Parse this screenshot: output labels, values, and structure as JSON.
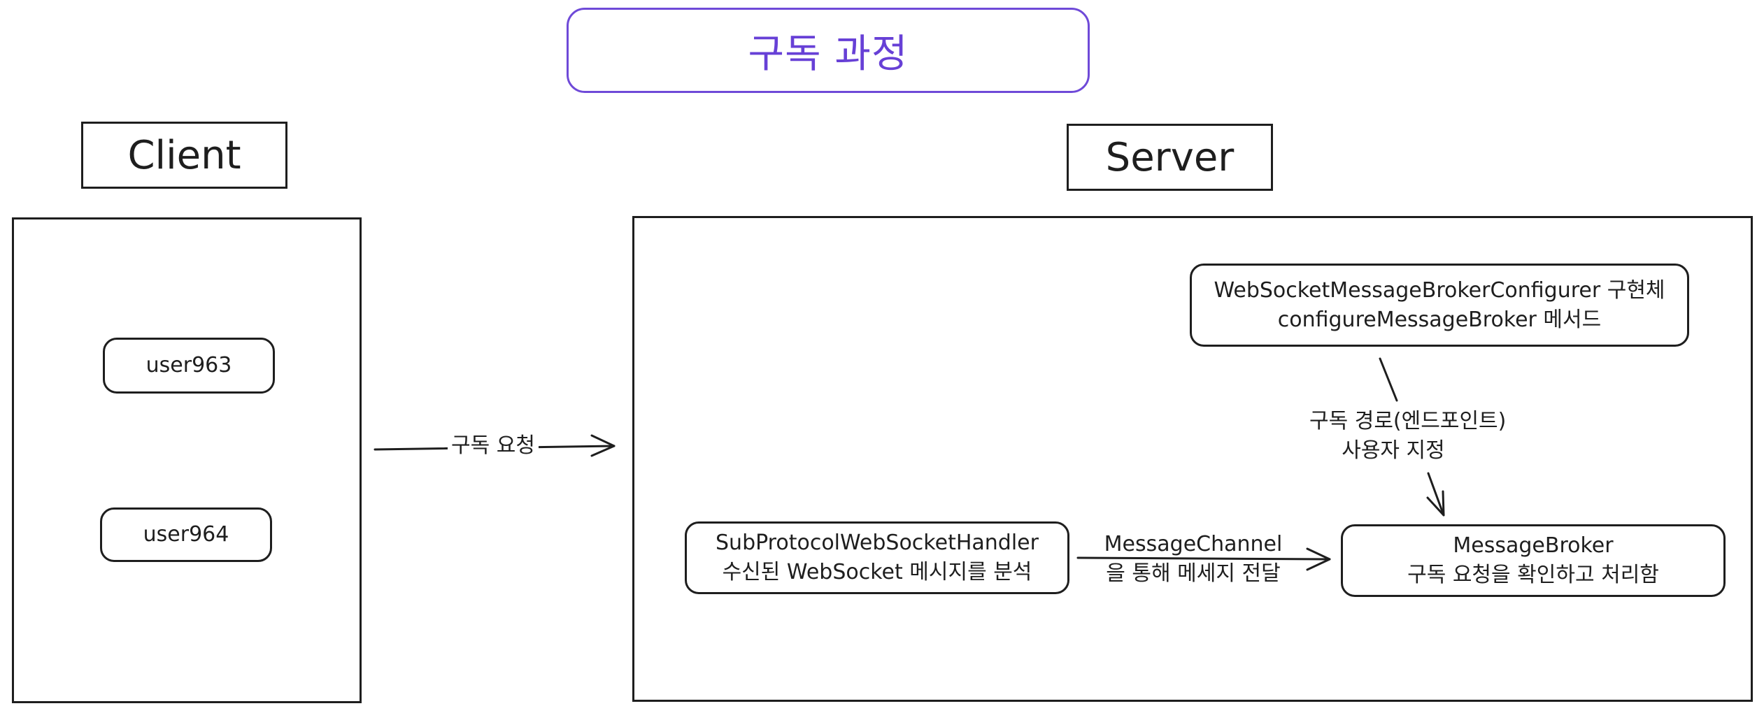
{
  "title": "구독 과정",
  "client": {
    "heading": "Client",
    "users": [
      "user963",
      "user964"
    ]
  },
  "server": {
    "heading": "Server",
    "configurer": {
      "line1": "WebSocketMessageBrokerConfigurer 구현체",
      "line2": "configureMessageBroker 메서드"
    },
    "handler": {
      "line1": "SubProtocolWebSocketHandler",
      "line2": "수신된 WebSocket 메시지를 분석"
    },
    "broker": {
      "line1": "MessageBroker",
      "line2": "구독 요청을 확인하고 처리함"
    }
  },
  "edges": {
    "subscribe_request": "구독 요청",
    "route_line1": "구독 경로(엔드포인트)",
    "route_line2": "사용자 지정",
    "channel_line1": "MessageChannel",
    "channel_line2": "을 통해 메세지 전달"
  },
  "colors": {
    "accent": "#6f4ad8",
    "stroke": "#1e1e1e",
    "background": "#ffffff"
  }
}
